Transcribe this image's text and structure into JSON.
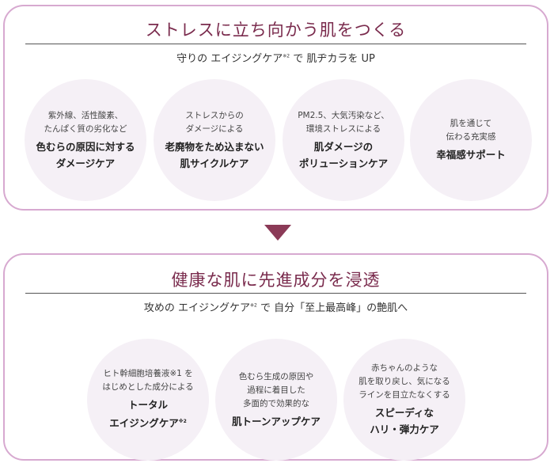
{
  "top_panel": {
    "title": "ストレスに立ち向かう肌をつくる",
    "subtitle_pre": "守りの エイジングケア",
    "subtitle_mark": "※2",
    "subtitle_post": " で 肌ヂカラを UP",
    "circles": [
      {
        "lines": [
          "紫外線、活性酸素、",
          "たんぱく質の劣化など"
        ],
        "bold": [
          "色むらの原因に対する",
          "ダメージケア"
        ]
      },
      {
        "lines": [
          "ストレスからの",
          "ダメージによる"
        ],
        "bold": [
          "老廃物をため込まない",
          "肌サイクルケア"
        ]
      },
      {
        "lines": [
          "PM2.5、大気汚染など、",
          "環境ストレスによる"
        ],
        "bold": [
          "肌ダメージの",
          "ポリューションケア"
        ]
      },
      {
        "lines": [
          "肌を通じて",
          "伝わる充実感"
        ],
        "bold": [
          "幸福感サポート"
        ]
      }
    ]
  },
  "arrow": {
    "icon": "down-triangle-icon",
    "color": "#8b3a57"
  },
  "bottom_panel": {
    "title": "健康な肌に先進成分を浸透",
    "subtitle_pre": "攻めの エイジングケア",
    "subtitle_mark": "※2",
    "subtitle_post": " で 自分「至上最高峰」の艶肌へ",
    "circles": [
      {
        "lines": [
          "ヒト幹細胞培養液※1 を",
          "はじめとした成分による"
        ],
        "bold": [
          "トータル",
          "エイジングケア"
        ],
        "bold_mark": "※2"
      },
      {
        "lines": [
          "色むら生成の原因や",
          "過程に着目した",
          "多面的で効果的な"
        ],
        "bold": [
          "肌トーンアップケア"
        ]
      },
      {
        "lines": [
          "赤ちゃんのような",
          "肌を取り戻し、気になる",
          "ラインを目立たなくする"
        ],
        "bold": [
          "スピーディな",
          "ハリ・弾力ケア"
        ]
      }
    ]
  },
  "colors": {
    "title": "#7a2b4d",
    "border": "#d7a9d0",
    "circle_bg": "#f5f0f6"
  }
}
